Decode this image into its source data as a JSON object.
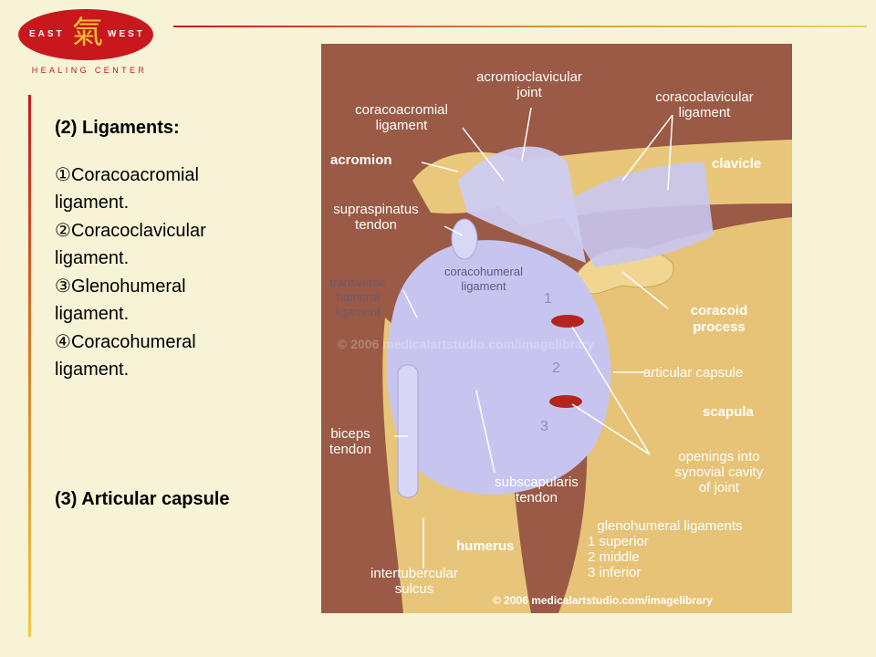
{
  "logo": {
    "left_word": "EAST",
    "right_word": "WEST",
    "character": "氣",
    "subtitle": "HEALING CENTER"
  },
  "slide": {
    "ligaments_heading": "(2) Ligaments:",
    "ligaments": [
      {
        "num": "①",
        "line1": "Coracoacromial",
        "line2": "ligament."
      },
      {
        "num": "②",
        "line1": "Coracoclavicular",
        "line2": "ligament."
      },
      {
        "num": "③",
        "line1": "Glenohumeral",
        "line2": "ligament."
      },
      {
        "num": "④",
        "line1": "Coracohumeral",
        "line2": "ligament."
      }
    ],
    "capsule_heading": "(3) Articular capsule"
  },
  "figure": {
    "labels": {
      "acromioclavicular_1": "acromioclavicular",
      "acromioclavicular_2": "joint",
      "coracoacromial_1": "coracoacromial",
      "coracoacromial_2": "ligament",
      "coracoclavicular_1": "coracoclavicular",
      "coracoclavicular_2": "ligament",
      "acromion": "acromion",
      "clavicle": "clavicle",
      "supraspinatus_1": "supraspinatus",
      "supraspinatus_2": "tendon",
      "coracohumeral_1": "coracohumeral",
      "coracohumeral_2": "ligament",
      "transverse_1": "transverse",
      "transverse_2": "humeral",
      "transverse_3": "ligament",
      "coracoid_1": "coracoid",
      "coracoid_2": "process",
      "articular_capsule": "articular capsule",
      "scapula": "scapula",
      "biceps_1": "biceps",
      "biceps_2": "tendon",
      "openings_1": "openings into",
      "openings_2": "synovial cavity",
      "openings_3": "of joint",
      "subscapularis_1": "subscapularis",
      "subscapularis_2": "tendon",
      "glenohumeral_title": "glenohumeral ligaments",
      "gh_superior": "1 superior",
      "gh_middle": "2 middle",
      "gh_inferior": "3 inferior",
      "humerus": "humerus",
      "intertubercular_1": "intertubercular",
      "intertubercular_2": "sulcus",
      "num1": "1",
      "num2": "2",
      "num3": "3",
      "watermark": "© 2006 medicalartstudio.com/imagelibrary",
      "copyright": "© 2006 medicalartstudio.com/imagelibrary"
    },
    "colors": {
      "background": "#9a5a45",
      "bone": "#e8c77a",
      "ligament": "#c9c6ef",
      "opening": "#b3261e"
    }
  }
}
